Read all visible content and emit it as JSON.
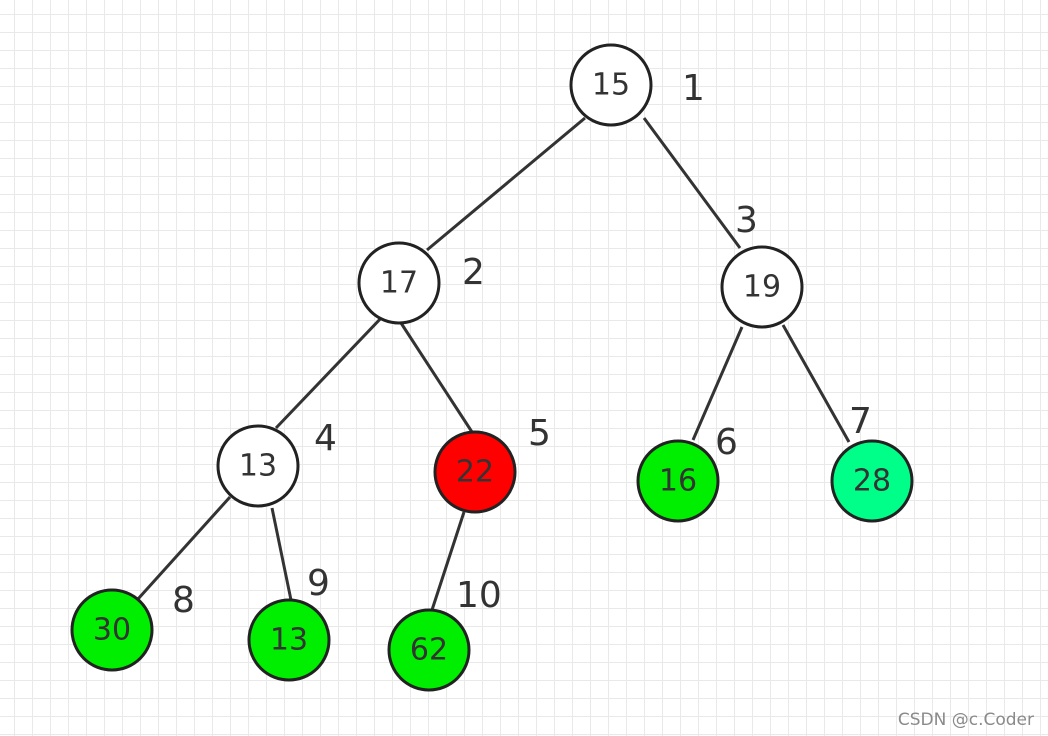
{
  "diagram": {
    "colors": {
      "default": "#ffffff",
      "highlight": "#ff0000",
      "leaf": "#00ee00",
      "accent": "#00ff88"
    },
    "nodes": [
      {
        "value": "15",
        "index": "1",
        "fill": "default"
      },
      {
        "value": "17",
        "index": "2",
        "fill": "default"
      },
      {
        "value": "19",
        "index": "3",
        "fill": "default"
      },
      {
        "value": "13",
        "index": "4",
        "fill": "default"
      },
      {
        "value": "22",
        "index": "5",
        "fill": "highlight"
      },
      {
        "value": "16",
        "index": "6",
        "fill": "leaf"
      },
      {
        "value": "28",
        "index": "7",
        "fill": "accent"
      },
      {
        "value": "30",
        "index": "8",
        "fill": "leaf"
      },
      {
        "value": "13",
        "index": "9",
        "fill": "leaf"
      },
      {
        "value": "62",
        "index": "10",
        "fill": "leaf"
      }
    ]
  },
  "watermark": "CSDN @c.Coder"
}
